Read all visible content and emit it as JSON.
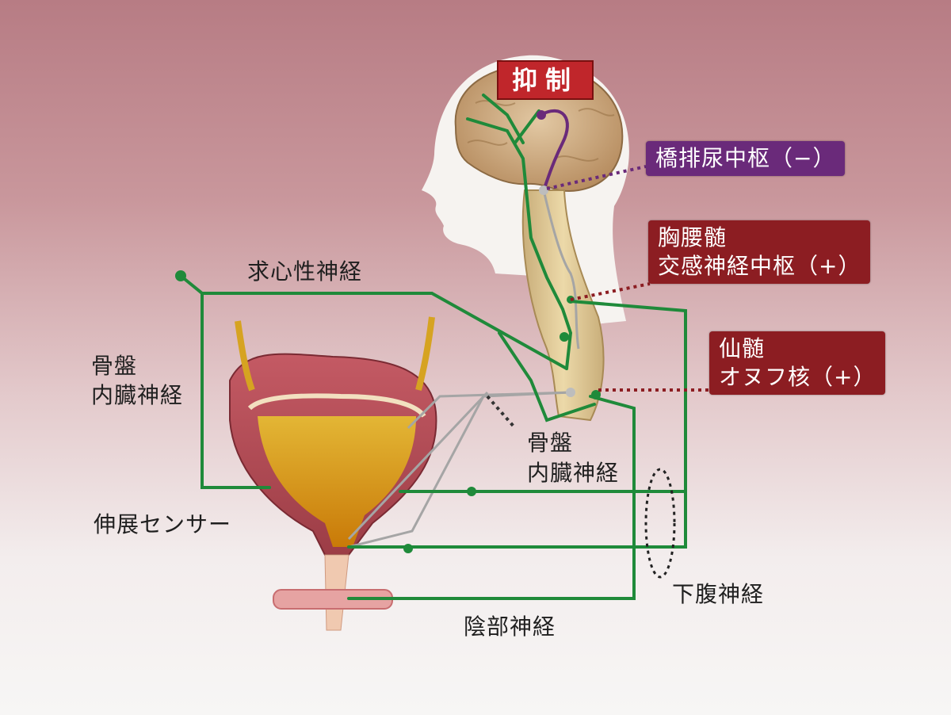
{
  "colors": {
    "nerve_afferent": "#1f8a3a",
    "nerve_gray": "#a5a5a5",
    "pontine_box": "#6a2a7a",
    "center_box": "#8c1d22",
    "inhibit_box": "#c0262b",
    "urine": "#e0a317"
  },
  "icons": [
    "head-silhouette",
    "brain",
    "spinal-cord",
    "bladder",
    "urethral-sphincter"
  ],
  "inhibit_label": "抑制",
  "pontine_center": "橋排尿中枢（−）",
  "thoracolumbar_center": {
    "line1": "胸腰髄",
    "line2": "交感神経中枢（+）"
  },
  "sacral_center": {
    "line1": "仙髄",
    "line2": "オヌフ核（+）"
  },
  "labels": {
    "afferent_nerve": "求心性神経",
    "pelvic_nerve_left_1": "骨盤",
    "pelvic_nerve_left_2": "内臓神経",
    "pelvic_nerve_right_1": "骨盤",
    "pelvic_nerve_right_2": "内臓神経",
    "stretch_sensor": "伸展センサー",
    "hypogastric_nerve": "下腹神経",
    "pudendal_nerve": "陰部神経"
  }
}
